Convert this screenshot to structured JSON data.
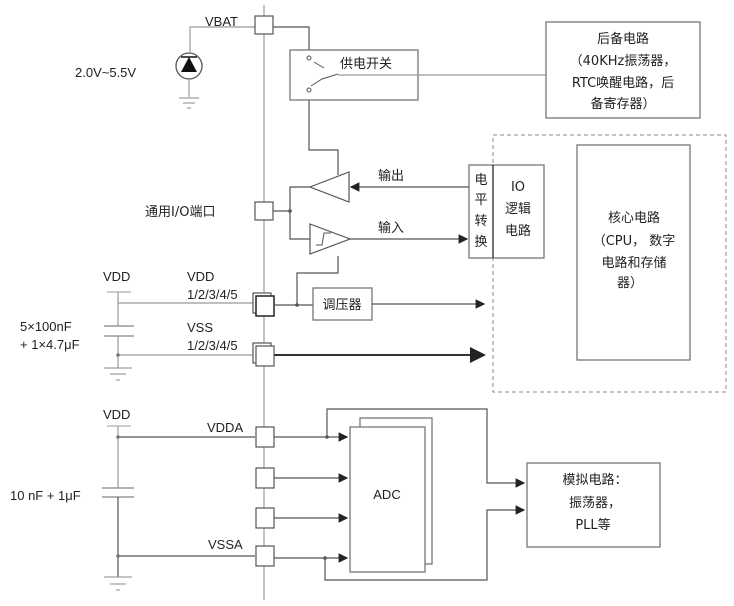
{
  "labels": {
    "vbat": "VBAT",
    "battery_range": "2.0V~5.5V",
    "power_switch": "供电开关",
    "backup": [
      "后备电路",
      "（40KHz振荡器，",
      "RTC唤醒电路，后",
      "备寄存器）"
    ],
    "output": "输出",
    "input": "输入",
    "io_port": "通用I/O端口",
    "level_shift": [
      "电",
      "平",
      "转",
      "换"
    ],
    "io_logic": [
      "IO",
      "逻辑",
      "电路"
    ],
    "core": [
      "核心电路",
      "（CPU， 数字",
      "电路和存储",
      "器）"
    ],
    "vdd_top": "VDD",
    "vdd_pins": [
      "VDD",
      "1/2/3/4/5"
    ],
    "vss_pins": [
      "VSS",
      "1/2/3/4/5"
    ],
    "caps_main": [
      "5×100nF",
      "+ 1×4.7μF"
    ],
    "regulator": "调压器",
    "vdd_analog": "VDD",
    "vdda": "VDDA",
    "vssa": "VSSA",
    "caps_analog": "10 nF + 1μF",
    "adc": "ADC",
    "analog": [
      "模拟电路：",
      "振荡器，",
      "PLL等"
    ]
  }
}
